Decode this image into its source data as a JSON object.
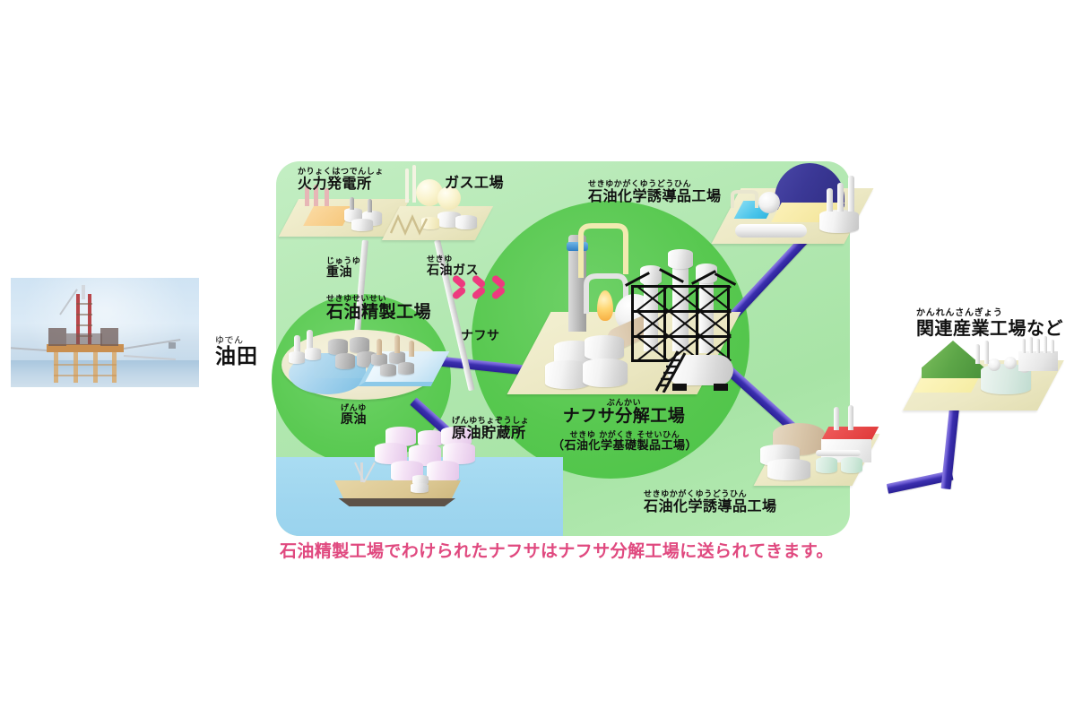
{
  "diagram": {
    "title_caption": "石油精製工場でわけられたナフサはナフサ分解工場に送られてきます。",
    "caption_color": "#e0497f",
    "board_color": "#aee4ab",
    "center_ellipse_color": "#52c54b",
    "pipe_color": "#3b2fae",
    "chevron_color": "#ed3a7f"
  },
  "oilfield": {
    "ruby": "ゆでん",
    "label": "油田"
  },
  "nodes": {
    "power_plant": {
      "ruby": "かりょくはつでんしょ",
      "label": "火力発電所"
    },
    "gas_plant": {
      "ruby": "",
      "label": "ガス工場"
    },
    "petrochem_top": {
      "ruby": "せきゆかがくゆうどうひん",
      "label": "石油化学誘導品工場"
    },
    "refinery": {
      "ruby": "せきゆせいせい",
      "label": "石油精製工場"
    },
    "cracker": {
      "ruby": "ぶんかい",
      "label": "ナフサ分解工場"
    },
    "cracker_sub": {
      "ruby": "せきゆ かがくき そせいひん",
      "label": "（石油化学基礎製品工場）"
    },
    "crude_storage": {
      "ruby": "げんゆちょぞうしょ",
      "label": "原油貯蔵所"
    },
    "petrochem_bottom": {
      "ruby": "せきゆかがくゆうどうひん",
      "label": "石油化学誘導品工場"
    },
    "related_industry": {
      "ruby": "かんれんさんぎょう",
      "label": "関連産業工場など"
    }
  },
  "flows": {
    "heavy_oil": {
      "ruby": "じゅうゆ",
      "label": "重油"
    },
    "petroleum_gas": {
      "ruby": "せきゆ",
      "label": "石油ガス"
    },
    "naphtha": {
      "ruby": "",
      "label": "ナフサ"
    },
    "crude_oil": {
      "ruby": "げんゆ",
      "label": "原油"
    }
  }
}
